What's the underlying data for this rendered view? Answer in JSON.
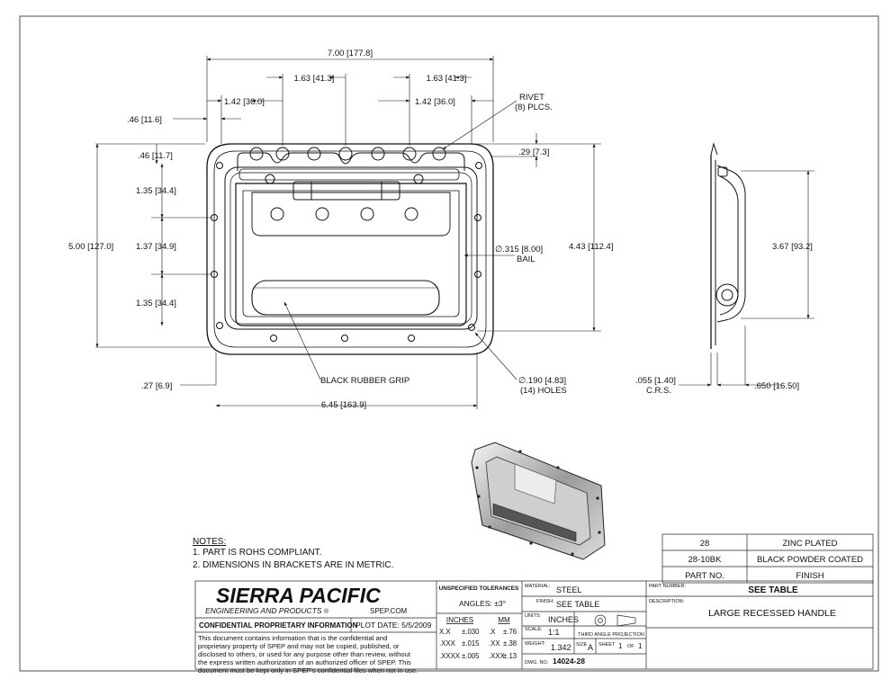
{
  "dims": {
    "overall_width": "7.00 [177.8]",
    "hole_pitch_left": "1.63 [41.3]",
    "hole_pitch_right": "1.63 [41.3]",
    "edge_left": "1.42 [36.0]",
    "edge_right": "1.42 [36.0]",
    "flange_w": ".46 [11.6]",
    "flange_h": ".46 [11.7]",
    "pitch_top": "1.35 [34.4]",
    "pitch_mid": "1.37 [34.9]",
    "pitch_bot": "1.35 [34.4]",
    "overall_height": "5.00 [127.0]",
    "inner_height": "4.43 [112.4]",
    "rivet_offset": ".29 [7.3]",
    "bail_dia": "∅.315 [8.00]",
    "bail_word": "BAIL",
    "rivet_label": "RIVET",
    "rivet_count": "(8) PLCS.",
    "grip_label": "BLACK RUBBER GRIP",
    "hole_dia": "∅.190 [4.83]",
    "hole_count": "(14) HOLES",
    "bottom_edge": ".27 [6.9]",
    "inner_width": "6.45 [163.9]",
    "side_height": "3.67 [93.2]",
    "thickness": ".055 [1.40]",
    "thickness_note": "C.R.S.",
    "depth": ".650 [16.50]"
  },
  "notes": {
    "heading": "NOTES:",
    "items": [
      "1.   PART IS ROHS COMPLIANT.",
      "2.   DIMENSIONS IN BRACKETS ARE IN METRIC."
    ]
  },
  "finish_table": {
    "rows": [
      [
        "28",
        "ZINC PLATED"
      ],
      [
        "28-10BK",
        "BLACK POWDER COATED"
      ]
    ],
    "header": [
      "PART NO.",
      "FINISH"
    ]
  },
  "title_block": {
    "company": "SIERRA PACIFIC",
    "company_sub": "ENGINEERING AND PRODUCTS",
    "reg_mark": "®",
    "web": "SPEP.COM",
    "confidential_title": "CONFIDENTIAL PROPRIETARY INFORMATION",
    "plot_date": "PLOT DATE:  5/5/2009",
    "confidential_lines": [
      "This document contains information that is the confidential and",
      "proprietary property of SPEP and may not be copied, published, or",
      "disclosed to others, or used for any purpose  other than review, without",
      "the express written authorization of an authorized officer of SPEP. This",
      "document must be kept only in SPEP's confidential files when not in use."
    ],
    "tol_title": "UNSPECIFIED TOLERANCES",
    "angles": "ANGLES:  ±3°",
    "inches_head": "INCHES",
    "mm_head": "MM",
    "tol_rows": [
      [
        "X.X",
        "±.030",
        ".X",
        "±.76"
      ],
      [
        ".XXX",
        "±.015",
        ".XX",
        "±.38"
      ],
      [
        ".XXXX",
        "±.005",
        ".XXX",
        "±.13"
      ]
    ],
    "material_label": "MATERIAL:",
    "material": "STEEL",
    "finish_label": "FINISH:",
    "finish": "SEE TABLE",
    "units_label": "UNITS:",
    "units": "INCHES",
    "scale_label": "SCALE:",
    "scale": "1:1",
    "projection": "THIRD ANGLE PROJECTION",
    "weight_label": "WEIGHT:",
    "weight": "1.342",
    "size_label": "SIZE",
    "size": "A",
    "sheet_label": "SHEET",
    "sheet": "1",
    "of_label": "OF",
    "of": "1",
    "dwg_label": "DWG. NO.",
    "dwg": "14024-28",
    "part_number_label": "PART NUMBER:",
    "part_number": "SEE TABLE",
    "description_label": "DESCRIPTION:",
    "description": "LARGE RECESSED HANDLE"
  }
}
